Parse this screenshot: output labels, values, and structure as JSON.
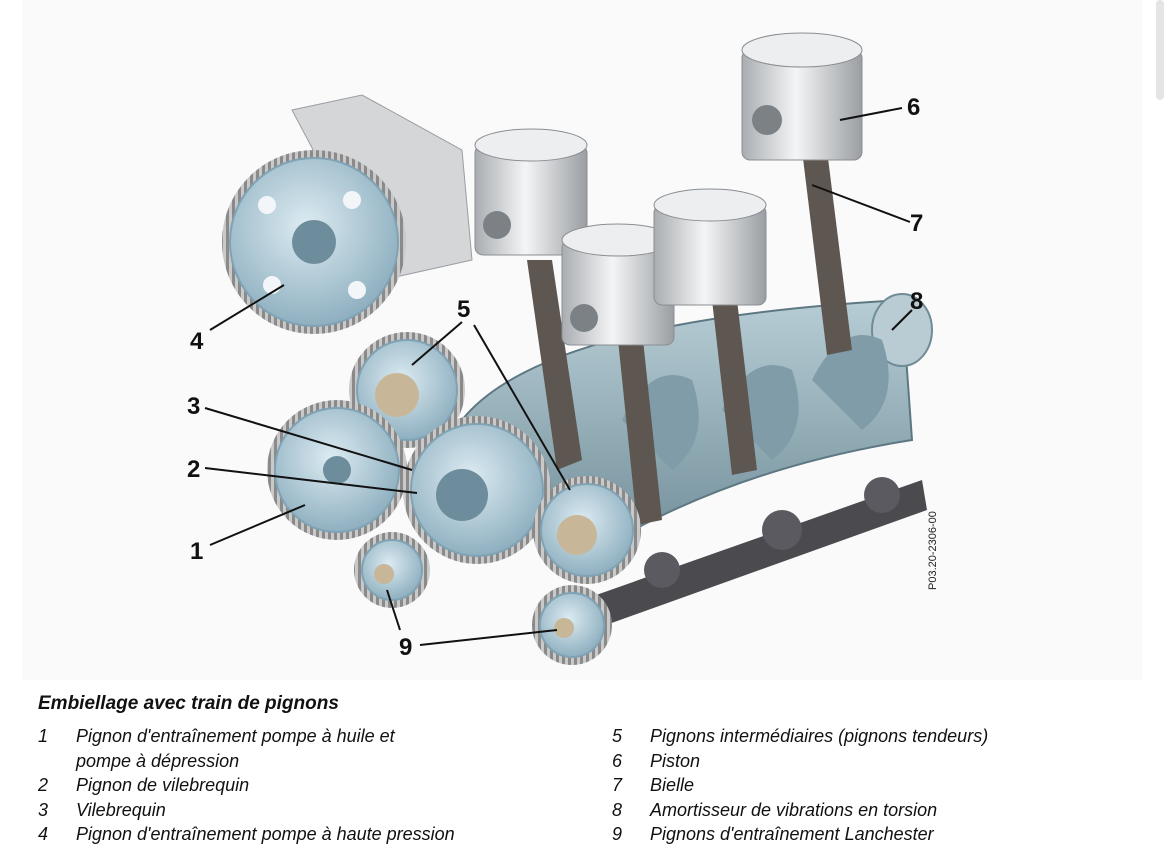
{
  "figure": {
    "code": "P03.20-2306-00",
    "callouts": [
      "1",
      "2",
      "3",
      "4",
      "5",
      "6",
      "7",
      "8",
      "9"
    ]
  },
  "caption": {
    "title": "Embiellage avec train de pignons",
    "items": [
      {
        "num": "1",
        "text": "Pignon d'entraînement pompe à huile et\npompe à dépression"
      },
      {
        "num": "2",
        "text": "Pignon de vilebrequin"
      },
      {
        "num": "3",
        "text": "Vilebrequin"
      },
      {
        "num": "4",
        "text": "Pignon d'entraînement pompe à haute pression"
      },
      {
        "num": "5",
        "text": "Pignons intermédiaires (pignons tendeurs)"
      },
      {
        "num": "6",
        "text": "Piston"
      },
      {
        "num": "7",
        "text": "Bielle"
      },
      {
        "num": "8",
        "text": "Amortisseur de vibrations en torsion"
      },
      {
        "num": "9",
        "text": "Pignons d'entraînement Lanchester"
      }
    ]
  },
  "colors": {
    "gear": "#b8d4e2",
    "gear_dark": "#7fa3b5",
    "crank": "#8faab4",
    "rod": "#5f5650",
    "piston": "#e4e6e8",
    "shaft": "#444448"
  }
}
